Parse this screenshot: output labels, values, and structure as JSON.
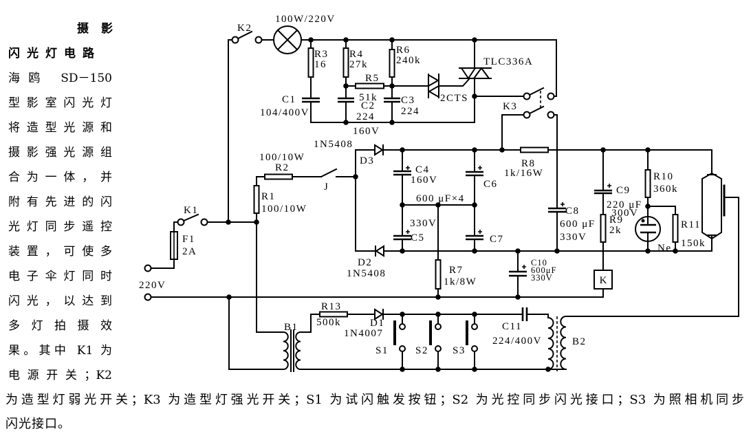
{
  "colors": {
    "ink": "#000000",
    "paper": "#ffffff"
  },
  "text": {
    "title": [
      "摄影",
      "闪光灯电路"
    ],
    "column_lines": [
      "海鸥 SD－150",
      "型影室闪光灯",
      "将造型光源和",
      "摄影强光源组",
      "合为一体，并",
      "附有先进的闪",
      "光灯同步遥控",
      "装置，可使多",
      "电子伞灯同时",
      "闪光，以达到",
      "多灯拍摄效",
      "果。其中 K1 为",
      "电源开关；K2"
    ],
    "bottom_lines": [
      "为造型灯弱光开关；K3 为造型灯强光开关；S1 为试闪触发按钮；S2 为光控同步闪光接口；S3 为照相机同步",
      "闪光接口。"
    ]
  },
  "circuit": {
    "supply": {
      "voltage": "220V"
    },
    "lamp": {
      "rating": "100W/220V"
    },
    "K1": {
      "name": "K1"
    },
    "K2": {
      "name": "K2"
    },
    "K3": {
      "name": "K3"
    },
    "F1": {
      "name": "F1",
      "value": "2A"
    },
    "R1": {
      "name": "R1",
      "value": "100/10W"
    },
    "R2": {
      "name": "R2",
      "value": "100/10W"
    },
    "R3": {
      "name": "R3",
      "value": "16"
    },
    "R4": {
      "name": "R4",
      "value": "27k"
    },
    "R5": {
      "name": "R5",
      "value": "51k"
    },
    "R6": {
      "name": "R6",
      "value": "240k"
    },
    "R7": {
      "name": "R7",
      "value": "1k/8W"
    },
    "R8": {
      "name": "R8",
      "value": "1k/16W"
    },
    "R9": {
      "name": "R9",
      "value": "2k"
    },
    "R10": {
      "name": "R10",
      "value": "360k"
    },
    "R11": {
      "name": "R11",
      "value": "150k"
    },
    "R13": {
      "name": "R13",
      "value": "500k"
    },
    "C1": {
      "name": "C1",
      "value": "104/400V"
    },
    "C2": {
      "name": "C2",
      "value": "224",
      "voltage": "160V"
    },
    "C3": {
      "name": "C3",
      "value": "224"
    },
    "C4": {
      "name": "C4",
      "voltage": "160V"
    },
    "C5": {
      "name": "C5",
      "voltage": "330V"
    },
    "C6": {
      "name": "C6"
    },
    "C7": {
      "name": "C7"
    },
    "C4_C7_group": "600 μF×4",
    "C8": {
      "name": "C8",
      "value": "600 μF",
      "voltage": "330V"
    },
    "C9": {
      "name": "C9",
      "value": "220 μF",
      "voltage": "300V"
    },
    "C10": {
      "name": "C10",
      "value": "600μF",
      "voltage": "330V"
    },
    "C11": {
      "name": "C11",
      "value": "224/400V"
    },
    "D1": {
      "name": "D1",
      "part": "1N4007"
    },
    "D2": {
      "name": "D2",
      "part": "1N5408"
    },
    "D3": {
      "name": "D3",
      "part": "1N5408"
    },
    "diac": {
      "part": "2CTS"
    },
    "triac": {
      "part": "TLC336A"
    },
    "J": {
      "name": "J"
    },
    "neon": {
      "name": "Ne"
    },
    "relay": {
      "name": "K"
    },
    "B1": {
      "name": "B1"
    },
    "B2": {
      "name": "B2"
    },
    "S1": {
      "name": "S1"
    },
    "S2": {
      "name": "S2"
    },
    "S3": {
      "name": "S3"
    }
  }
}
